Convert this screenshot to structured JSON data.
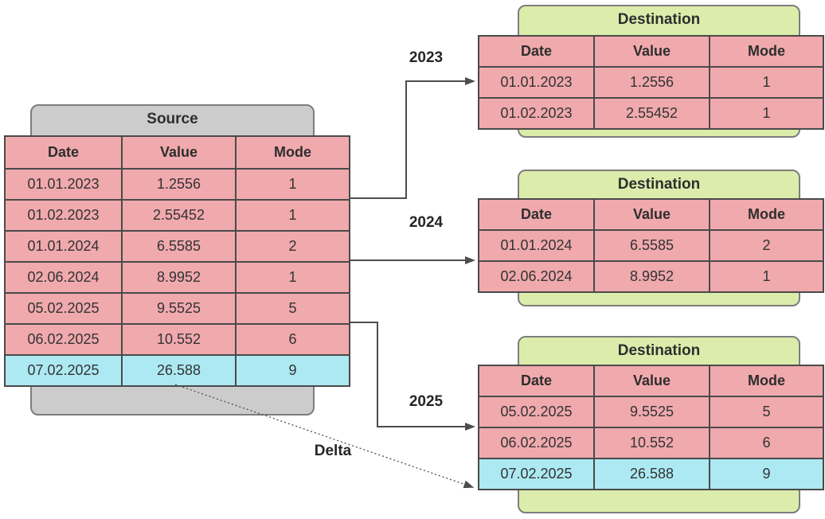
{
  "diagram": {
    "source": {
      "title": "Source",
      "columns": [
        "Date",
        "Value",
        "Mode"
      ],
      "rows": [
        [
          "01.01.2023",
          "1.2556",
          "1"
        ],
        [
          "01.02.2023",
          "2.55452",
          "1"
        ],
        [
          "01.01.2024",
          "6.5585",
          "2"
        ],
        [
          "02.06.2024",
          "8.9952",
          "1"
        ],
        [
          "05.02.2025",
          "9.5525",
          "5"
        ],
        [
          "06.02.2025",
          "10.552",
          "6"
        ],
        [
          "07.02.2025",
          "26.588",
          "9"
        ]
      ],
      "highlighted_row_index": 6
    },
    "destinations": [
      {
        "title": "Destination",
        "arrow_label": "2023",
        "columns": [
          "Date",
          "Value",
          "Mode"
        ],
        "rows": [
          [
            "01.01.2023",
            "1.2556",
            "1"
          ],
          [
            "01.02.2023",
            "2.55452",
            "1"
          ]
        ]
      },
      {
        "title": "Destination",
        "arrow_label": "2024",
        "columns": [
          "Date",
          "Value",
          "Mode"
        ],
        "rows": [
          [
            "01.01.2024",
            "6.5585",
            "2"
          ],
          [
            "02.06.2024",
            "8.9952",
            "1"
          ]
        ]
      },
      {
        "title": "Destination",
        "arrow_label": "2025",
        "columns": [
          "Date",
          "Value",
          "Mode"
        ],
        "rows": [
          [
            "05.02.2025",
            "9.5525",
            "5"
          ],
          [
            "06.02.2025",
            "10.552",
            "6"
          ],
          [
            "07.02.2025",
            "26.588",
            "9"
          ]
        ],
        "highlighted_row_index": 2
      }
    ],
    "delta_label": "Delta",
    "colors": {
      "row_pink": "#f0a9ad",
      "row_highlight_cyan": "#ace9f2",
      "destination_green": "#dcecab",
      "source_gray": "#cccccc",
      "line_gray": "#4d4d4d"
    }
  }
}
